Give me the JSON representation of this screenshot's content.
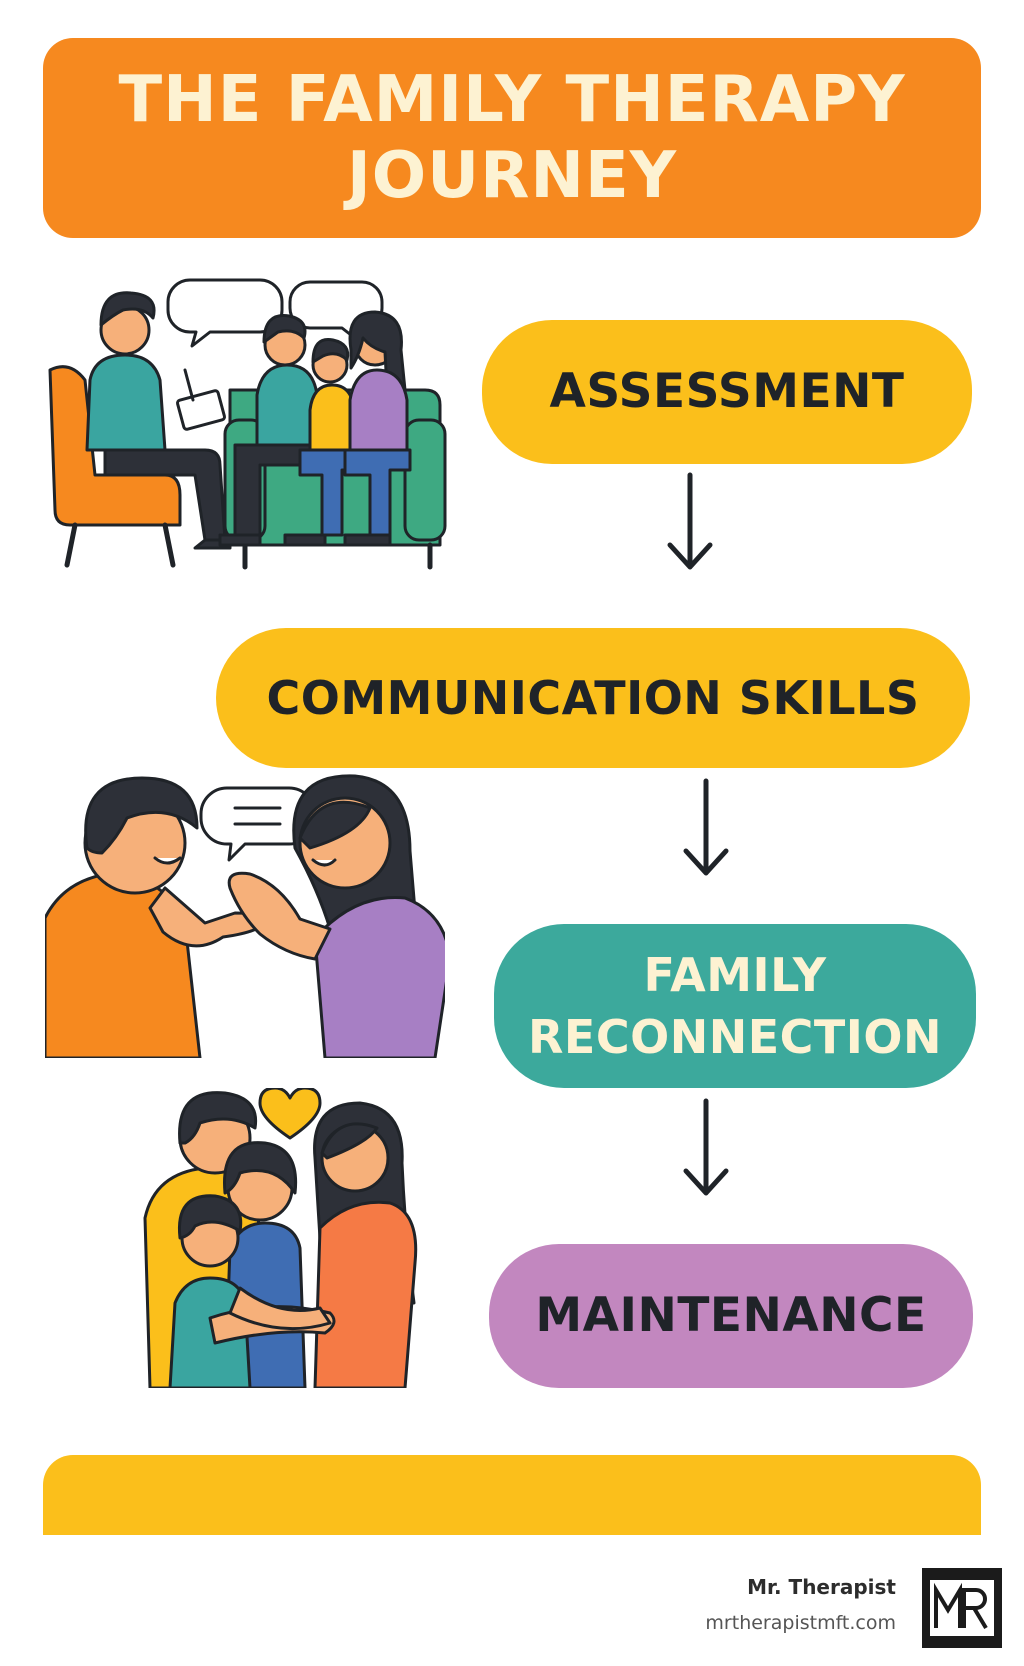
{
  "title": {
    "line1": "THE FAMILY THERAPY",
    "line2": "JOURNEY"
  },
  "steps": {
    "assessment": "ASSESSMENT",
    "communication": "COMMUNICATION SKILLS",
    "reconnection_line1": "FAMILY",
    "reconnection_line2": "RECONNECTION",
    "maintenance": "MAINTENANCE"
  },
  "brand": {
    "name": "Mr. Therapist",
    "url": "mrtherapistmft.com",
    "logo_text": "MR"
  },
  "colors": {
    "title_banner": "#f6891f",
    "step_yellow": "#fbbf1b",
    "step_teal": "#3ca99c",
    "step_purple": "#c287bf",
    "title_text": "#fdf2d2",
    "step_text": "#1f2328"
  }
}
